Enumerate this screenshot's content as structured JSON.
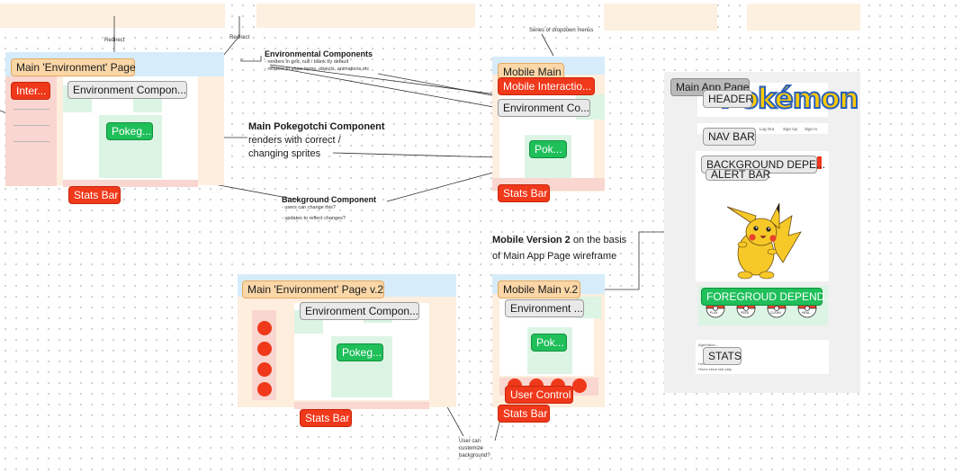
{
  "redirect_label_1": "Redirect",
  "redirect_label_2": "Redirect",
  "env_components_title": "Environmental Components",
  "env_components_line1": "- renders in grid, null / blank by default",
  "env_components_line2": "- renders to show items, objects, animations etc",
  "dropdown_note": "Series of dropdown menus",
  "main_env_page": "Main 'Environment' Page",
  "interactions": "Inter...",
  "environment_component": "Environment Compon...",
  "pokegotchi_short": "Pokeg...",
  "stats_bar": "Stats Bar",
  "main_poke_title": "Main Pokegotchi Component",
  "main_poke_line1": "renders with correct /",
  "main_poke_line2": "changing sprites",
  "background_title": "Background Component",
  "background_line1": "- users can change this?",
  "background_line2": "- updates to reflect changes?",
  "mobile_main": "Mobile Main",
  "mobile_interactions": "Mobile Interactio...",
  "mobile_env_component": "Environment Co...",
  "mobile_poke": "Pok...",
  "mobile_stats_bar": "Stats Bar",
  "mobile_v2_bold": "Mobile Version 2",
  "mobile_v2_rest": " on the basis",
  "mobile_v2_line2": "of Main App Page wireframe",
  "main_env_page_v2": "Main 'Environment' Page v.2",
  "env_component_v2": "Environment Compon...",
  "poke_v2": "Pokeg...",
  "stats_bar_v2": "Stats Bar",
  "user_bg_note": "User can\ncustomize\nbackground?",
  "mobile_main_v2": "Mobile Main v.2",
  "mobile_env_v2": "Environment ...",
  "mobile_poke_v2": "Pok...",
  "user_control": "User Control",
  "mobile_stats_v2": "Stats Bar",
  "main_app_page": "Main App Page",
  "header": "HEADER",
  "pokemon_logo": "Pokémon",
  "nav_bar": "NAV BAR",
  "nav_items": [
    "Log Out",
    "Sign Up",
    "Sign In"
  ],
  "background_dependent": "BACKGROUND DEPE...",
  "alert_bar": "ALERT BAR",
  "foreground_dependent": "FOREGROUD DEPEND...",
  "pokeball_labels": [
    "PLAY",
    "FEED",
    "CLEAN",
    "HEAL"
  ],
  "stats": "STATS",
  "stats_lines": [
    "Age/Hatch...",
    "Hours since last food",
    "Hours since last play"
  ]
}
